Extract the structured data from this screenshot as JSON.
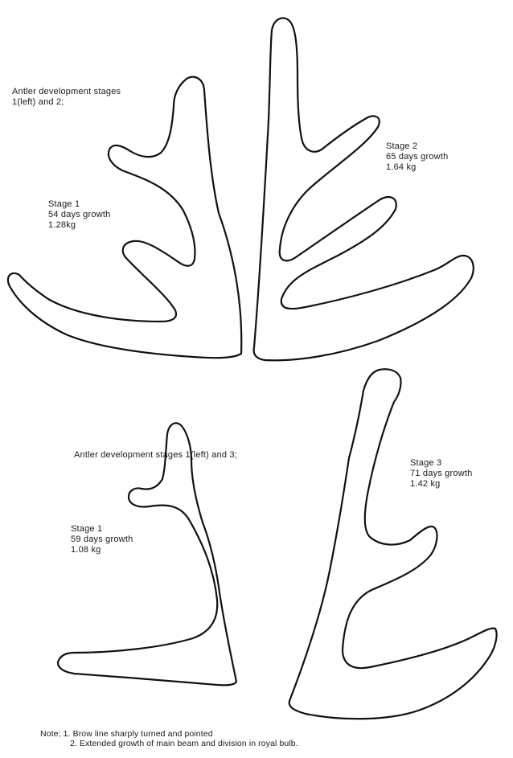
{
  "figure_top": {
    "caption": "Antler development stages\n1(left) and 2;",
    "left_label": {
      "stage": "Stage 1",
      "growth": "54 days growth",
      "weight": "1.28kg"
    },
    "right_label": {
      "stage": "Stage 2",
      "growth": "65 days growth",
      "weight": "1.64 kg"
    }
  },
  "figure_bottom": {
    "caption": "Antler development stages 1(left) and 3;",
    "left_label": {
      "stage": "Stage 1",
      "growth": "59 days growth",
      "weight": "1.08 kg"
    },
    "right_label": {
      "stage": "Stage 3",
      "growth": "71 days growth",
      "weight": "1.42 kg"
    }
  },
  "note": {
    "line1": "Note; 1. Brow line sharply turned and pointed",
    "line2": "2. Extended growth of main beam and division in royal bulb."
  }
}
